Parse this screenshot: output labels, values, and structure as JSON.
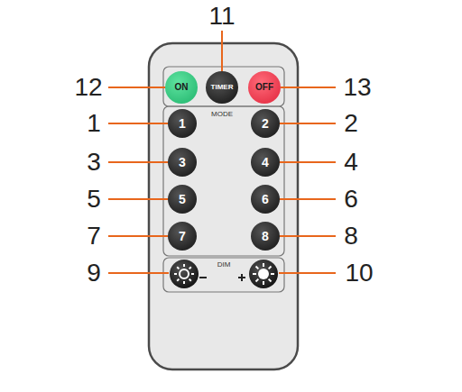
{
  "diagram": {
    "nodes": [
      {
        "text": [
          "ON"
        ]
      },
      {
        "text": [
          "TIMER"
        ]
      },
      {
        "text": [
          "OFF"
        ]
      },
      {
        "text": [
          "1"
        ]
      },
      {
        "text": [
          "2"
        ]
      },
      {
        "text": [
          "3"
        ]
      },
      {
        "text": [
          "4"
        ]
      },
      {
        "text": [
          "5"
        ]
      },
      {
        "text": [
          "6"
        ]
      },
      {
        "text": [
          "7"
        ]
      },
      {
        "text": [
          "8"
        ]
      }
    ],
    "labels": [
      "11",
      "12",
      "13",
      "MODE",
      "1",
      "2",
      "3",
      "4",
      "5",
      "6",
      "7",
      "8",
      "DIM",
      "9",
      "10"
    ]
  }
}
